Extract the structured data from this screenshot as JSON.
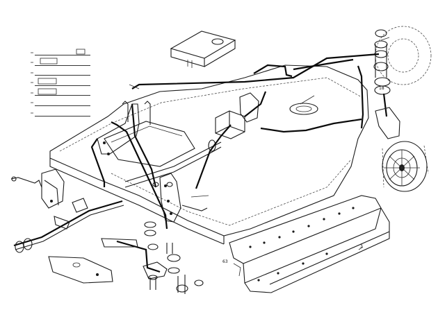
{
  "diagram": {
    "legend": [
      "",
      "",
      "",
      "",
      "",
      "",
      ""
    ],
    "note_lines": [
      "",
      "",
      ""
    ],
    "callouts": [
      {
        "id": "c-3",
        "text": "3"
      },
      {
        "id": "c-63",
        "text": "63"
      },
      {
        "id": "c-18",
        "text": "18"
      }
    ]
  }
}
